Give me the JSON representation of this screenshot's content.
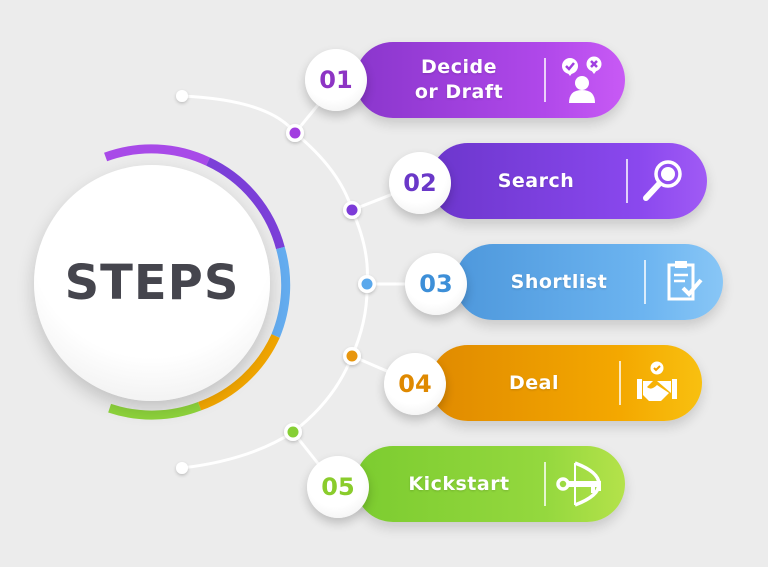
{
  "title": "STEPS",
  "colors": {
    "background": "#ececec",
    "title_text": "#45454d",
    "step1": "#a040e0",
    "step2": "#7a3fe0",
    "step3": "#64aef0",
    "step4": "#f2a200",
    "step5": "#88d43a"
  },
  "steps": [
    {
      "number": "01",
      "label": "Decide or Draft",
      "line1": "Decide",
      "line2": "or Draft",
      "icon": "person-decision-icon",
      "color": "#a040e0"
    },
    {
      "number": "02",
      "label": "Search",
      "icon": "magnifier-icon",
      "color": "#7a3fe0"
    },
    {
      "number": "03",
      "label": "Shortlist",
      "icon": "clipboard-check-icon",
      "color": "#64aef0"
    },
    {
      "number": "04",
      "label": "Deal",
      "icon": "handshake-icon",
      "color": "#f2a200"
    },
    {
      "number": "05",
      "label": "Kickstart",
      "icon": "bow-arrow-key-icon",
      "color": "#88d43a"
    }
  ]
}
